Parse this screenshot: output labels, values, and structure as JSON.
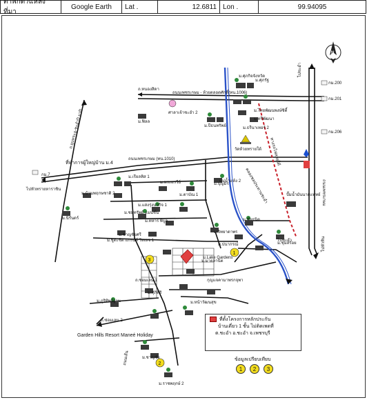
{
  "header": {
    "location_label": "ตำพิกัด /แหล่งที่มา",
    "source": "Google Earth",
    "lat_label": "Lat .",
    "lat_value": "12.6811",
    "lon_label": "Lon .",
    "lon_value": "99.94095"
  },
  "map": {
    "north_letter": "N",
    "labels": {
      "nong_sida": "ถ.หนองสิดา",
      "road_top": "ถนนเพชรเกษม - ห้วยตลอดศักดิ์(ทน.1006)",
      "school": "ศาลาเจ้าชะอำ 2",
      "road_west": "ถ.ยุบทระอุ-ชะอำปิ ยาปิ",
      "nop_nop": "ม.ฟิลล",
      "village_4": "ที่ทำการผู้ใหญ่บ้าน ม.4",
      "road_mid": "ถนนเพชรเกษม (ทน.1010)",
      "km7": "กม.7",
      "to_huai_sai": "ไปหัวทรายหาราชิน",
      "km200": "กม.200",
      "km201": "กม.201",
      "km206": "กม.206",
      "phetkasem": "ถนนเพชรเกษม",
      "temple": "วัดห้วยทรายใต้",
      "khlong": "คลองชลประทานชะอำ",
      "to_cha_am_top": "ไปชะอำ",
      "to_cha_am_bottom": "ไปชะอำ",
      "to_hua_hin": "ไปหัวหิน",
      "railway": "ทางรถไฟสายใต้",
      "river": "แม่น้ำแห้ง 2",
      "station": "ปั๊มน้ำมันนายแพทย์",
      "garden_hills": "Garden Hills Resort Maneé Holiday",
      "nong_kham": "กุญแจคามาพรกจุพา",
      "soi_1": "ถ.ซ่อมเลน 1",
      "soi_2": "ถ.ซ่อมเลน 2",
      "km_dist": "ถนนเส้น",
      "project_lbl": "ม.ชูตะชิต แกรนด์ วิลเลจ 1",
      "lake_gardens": "ม.Lake Gardens",
      "map_village": "ม.มายลานิต"
    },
    "villages": [
      "ม.ศุภกิจจังหวัด",
      "ม.ศุภรัฐ",
      "ม.ไทยพัฒนพงษ์ซิตี้",
      "ม.ทรีพัฒนา",
      "ม.ธรีนาเทอร์ 2",
      "ม.ปีธนทรัพย์",
      "ม.เรียลทิส 1",
      "ม.บ้านพฤกษชาติ 2",
      "ม.พระแรวีย์",
      "ม.ตาบัณ 1",
      "ม.แสงรุ่งนวกิจ 1",
      "ม.บุญมิร",
      "ม.นิรันดร์",
      "ม.ทหาร พิบูล",
      "ม.ชมทรัพย์ แมนชั่น",
      "ม.ชาญชัยศรี",
      "ม.วิทยาดาพร",
      "ม.ชัยธนิต",
      "ม.ปนากรณ์",
      "ม.ชุ่มสร้อย",
      "ม.ศุภศิริ",
      "ม.ภูริทิพย์ฐาน",
      "ม.หน้าวัฒนสุข",
      "ม.ชาญชัย",
      "ม.ราชพฤกษ์ 2"
    ]
  },
  "legend": {
    "line1": "ที่ตั้งโครงการหลักประกัน",
    "line2": "บ้านเดี่ยว 1 ชั้น ไม่ติดเพดที่",
    "line3": "ต.ชะอำ อ.ชะอำ จ.เพชรบุรี",
    "similar_label": "ข้อมูลเปรียบเทียบ",
    "markers": [
      "1",
      "2",
      "3"
    ]
  },
  "colors": {
    "road": "#111111",
    "river": "#2a52c8",
    "railway": "#c8202a",
    "marker": "#f2dc1e",
    "subject": "#e04040"
  }
}
